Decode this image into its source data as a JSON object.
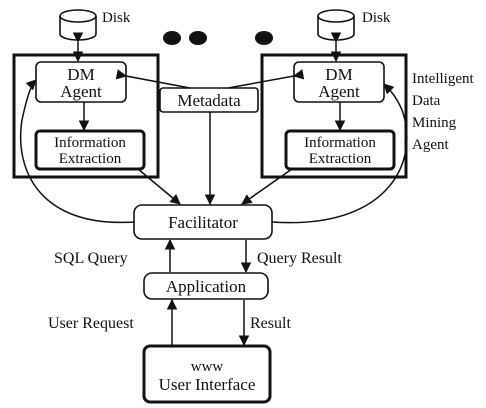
{
  "nodes": {
    "disk_left": "Disk",
    "disk_right": "Disk",
    "dm_agent_left": [
      "DM",
      "Agent"
    ],
    "dm_agent_right": [
      "DM",
      "Agent"
    ],
    "info_extraction_left": [
      "Information",
      "Extraction"
    ],
    "info_extraction_right": [
      "Information",
      "Extraction"
    ],
    "metadata": "Metadata",
    "facilitator": "Facilitator",
    "application": "Application",
    "www_ui": [
      "www",
      "User Interface"
    ],
    "intelligent_agent_label": [
      "Intelligent",
      "Data",
      "Mining",
      "Agent"
    ]
  },
  "edges": {
    "sql_query": "SQL Query",
    "query_result": "Query Result",
    "user_request": "User Request",
    "result": "Result"
  }
}
